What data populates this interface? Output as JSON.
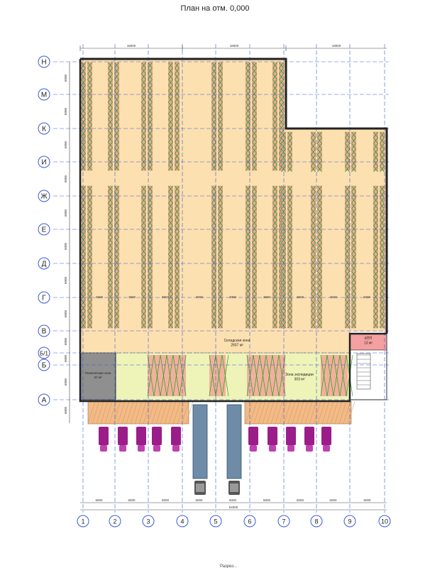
{
  "title": "План на отм. 0,000",
  "footer_partial": "Разрез...",
  "grid_rows": [
    {
      "label": "Н"
    },
    {
      "label": "М"
    },
    {
      "label": "К"
    },
    {
      "label": "И"
    },
    {
      "label": "Ж"
    },
    {
      "label": "Е"
    },
    {
      "label": "Д"
    },
    {
      "label": "Г"
    },
    {
      "label": "В"
    },
    {
      "label": "Б/1"
    },
    {
      "label": "Б"
    },
    {
      "label": "А"
    }
  ],
  "grid_columns": [
    {
      "label": "1"
    },
    {
      "label": "2"
    },
    {
      "label": "3"
    },
    {
      "label": "4"
    },
    {
      "label": "5"
    },
    {
      "label": "6"
    },
    {
      "label": "7"
    },
    {
      "label": "8"
    },
    {
      "label": "9"
    },
    {
      "label": "10"
    }
  ],
  "top_dims": [
    "18000",
    "18000",
    "18000"
  ],
  "bottom_dims": [
    "6000",
    "6000",
    "6000",
    "6000",
    "6000",
    "6000",
    "6000",
    "6000",
    "6000"
  ],
  "bottom_total": "54000",
  "left_dims": [
    "6000",
    "6000",
    "6000",
    "6000",
    "6000",
    "6000",
    "6000",
    "6000",
    "6000",
    "6000",
    "6000",
    "6000"
  ],
  "aisle_dims": [
    "3600",
    "3600",
    "3600",
    "3000",
    "3000",
    "3600",
    "3600",
    "3600",
    "3600"
  ],
  "zones": {
    "storage": {
      "name": "Складская зона",
      "area": "2607 м²"
    },
    "technical": {
      "name": "Техническая зона",
      "area": "57 м²"
    },
    "expedition": {
      "name": "Зона экспедиции",
      "area": "303 м²"
    },
    "kpp": {
      "name": "КПП",
      "area": "13 м²"
    }
  },
  "colors": {
    "storage_fill": "#fce0b0",
    "rack_fill": "#f2a89a",
    "rack_cross": "#25a025",
    "expedition_fill": "#eef3b8",
    "technical_fill": "#8f8f8f",
    "kpp_fill": "#f4a0a0",
    "dock_fill": "#f1ba86",
    "truck_fill": "#9b1d8a",
    "trailer_fill": "#6e8ca8",
    "wall": "#222222",
    "axis": "#3b5bd9"
  }
}
